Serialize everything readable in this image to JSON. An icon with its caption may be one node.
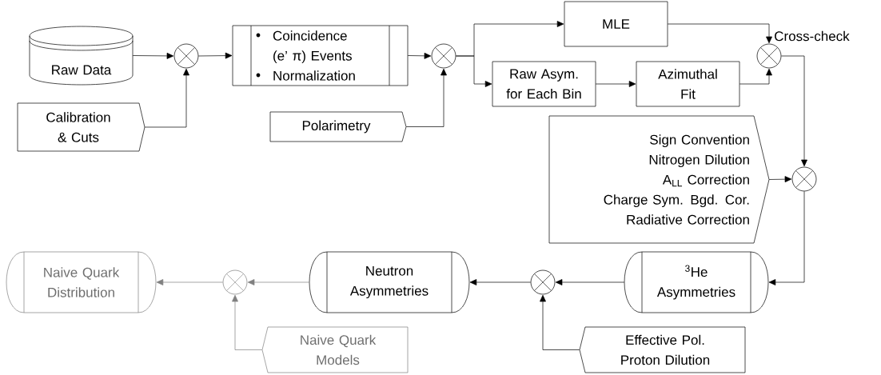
{
  "diagram": {
    "nodes": [
      {
        "text": [
          "Raw Data"
        ]
      },
      {
        "text": [],
        "shape": "circle"
      },
      {
        "text": [
          "Calibration & Cuts"
        ]
      },
      {
        "text": [
          "Coincidence (e’ π) Events",
          "Normalization"
        ]
      },
      {
        "text": [],
        "shape": "circle"
      },
      {
        "text": [
          "Polarimetry"
        ]
      },
      {
        "text": [
          "MLE"
        ]
      },
      {
        "text": [
          "Raw Asym. for Each Bin"
        ]
      },
      {
        "text": [
          "Azimuthal Fit"
        ]
      },
      {
        "text": [],
        "shape": "circle",
        "beside": [
          "Cross-check"
        ]
      },
      {
        "text": [
          "Sign Convention",
          "Nitrogen Dilution",
          "A$_{LL}$ Correction",
          "Charge Sym. Bgd. Cor.",
          "Radiative Correction"
        ]
      },
      {
        "text": [],
        "shape": "circle"
      },
      {
        "text": [
          "$^{3}$He Asymmetries"
        ]
      },
      {
        "text": [],
        "shape": "circle"
      },
      {
        "text": [
          "Effective Pol. Proton Dilution"
        ]
      },
      {
        "text": [
          "Neutron Asymmetries"
        ]
      },
      {
        "text": [],
        "shape": "circle"
      },
      {
        "text": [
          "Naive Quark Models"
        ]
      },
      {
        "text": [
          "Naive Quark Distribution"
        ]
      }
    ],
    "edges": [
      {
        "from": 0,
        "to": 1,
        "arrow": "to"
      },
      {
        "from": 2,
        "to": 1,
        "arrow": "to"
      },
      {
        "from": 1,
        "to": 3,
        "arrow": "to"
      },
      {
        "from": 3,
        "to": 4,
        "arrow": "to"
      },
      {
        "from": 5,
        "to": 4,
        "arrow": "to"
      },
      {
        "from": 4,
        "to": 6,
        "arrow": "to"
      },
      {
        "from": 4,
        "to": 7,
        "arrow": "to"
      },
      {
        "from": 7,
        "to": 8,
        "arrow": "to"
      },
      {
        "from": 6,
        "to": 9,
        "arrow": "to"
      },
      {
        "from": 8,
        "to": 9,
        "arrow": "to"
      },
      {
        "from": 9,
        "to": 11,
        "arrow": "to"
      },
      {
        "from": 10,
        "to": 11,
        "arrow": "to"
      },
      {
        "from": 11,
        "to": 12,
        "arrow": "to"
      },
      {
        "from": 12,
        "to": 13,
        "arrow": "to"
      },
      {
        "from": 14,
        "to": 13,
        "arrow": "to"
      },
      {
        "from": 13,
        "to": 15,
        "arrow": "to"
      },
      {
        "from": 15,
        "to": 16,
        "arrow": "to",
        "color": "#808080"
      },
      {
        "from": 17,
        "to": 16,
        "arrow": "to",
        "color": "#808080"
      },
      {
        "from": 16,
        "to": 18,
        "arrow": "to",
        "color": "#808080"
      }
    ]
  }
}
